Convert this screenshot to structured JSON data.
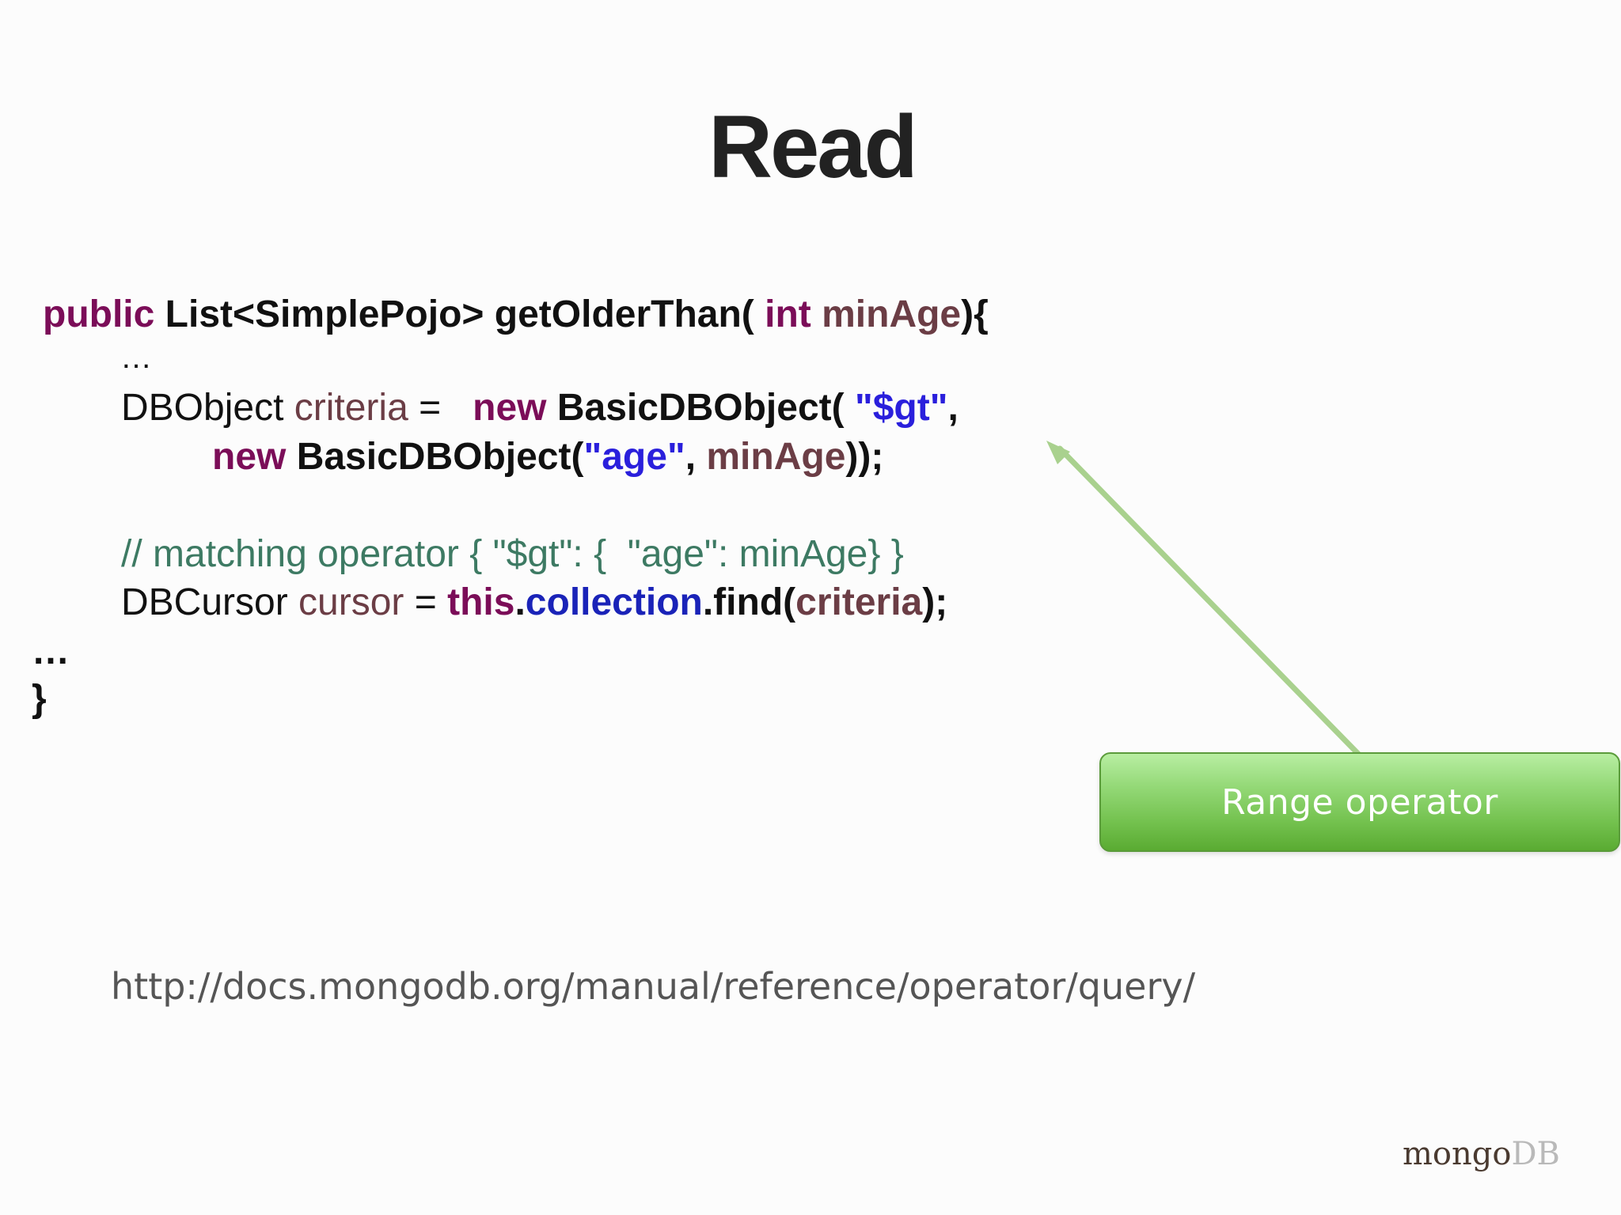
{
  "slide": {
    "title": "Read"
  },
  "code": {
    "line1": {
      "public": "public",
      "type": " List<SimplePojo> getOlderThan( ",
      "int": "int",
      "param": " minAge",
      "end": "){"
    },
    "line2": "…",
    "line3": {
      "decl_type": "DBObject ",
      "decl_var": "criteria",
      "assign": " =   ",
      "new": "new",
      "ctor": " BasicDBObject( ",
      "str": "\"$gt\"",
      "comma": ","
    },
    "line4": {
      "new": "new",
      "ctor": " BasicDBObject(",
      "str": "\"age\"",
      "comma": ", ",
      "arg": "minAge",
      "end": "));"
    },
    "line5": "// matching operator { \"$gt\": {  \"age\": minAge} }",
    "line6": {
      "decl_type": "DBCursor ",
      "decl_var": "cursor",
      "assign": " = ",
      "this": "this",
      "dot1": ".",
      "field": "collection",
      "call": ".find(",
      "arg": "criteria",
      "end": ");"
    },
    "line7": "…",
    "line8": "}"
  },
  "callout": {
    "label": "Range operator",
    "color": "#74c24f"
  },
  "link": {
    "text": "http://docs.mongodb.org/manual/reference/operator/query/"
  },
  "brand": {
    "mongo": "mongo",
    "db": "DB"
  }
}
